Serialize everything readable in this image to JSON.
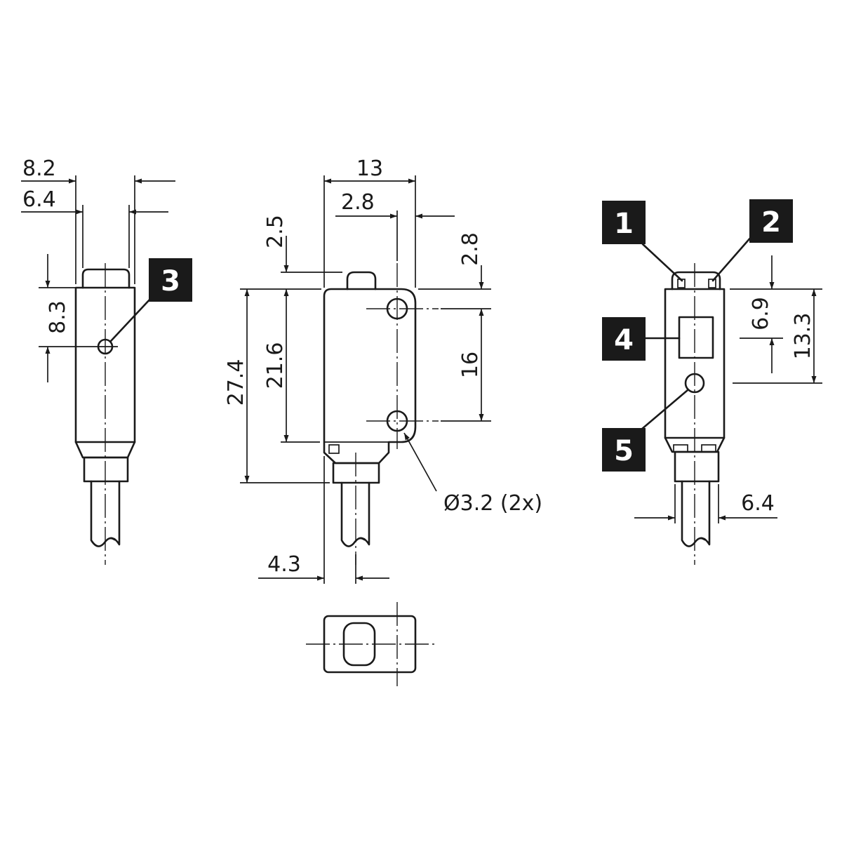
{
  "dimensions": {
    "side_width_outer": "8.2",
    "side_width_inner": "6.4",
    "side_lens_height": "8.3",
    "front_width": "13",
    "front_hole_offset_x": "2.8",
    "front_hole_offset_y": "2.8",
    "front_top_offset": "2.5",
    "front_body_height": "21.6",
    "front_total_height": "27.4",
    "front_hole_spacing": "16",
    "front_hole_diameter": "Ø3.2 (2x)",
    "front_cable_offset": "4.3",
    "rear_led_height": "6.9",
    "rear_total_height": "13.3",
    "rear_cable_width": "6.4"
  },
  "callouts": {
    "c1": "1",
    "c2": "2",
    "c3": "3",
    "c4": "4",
    "c5": "5"
  }
}
